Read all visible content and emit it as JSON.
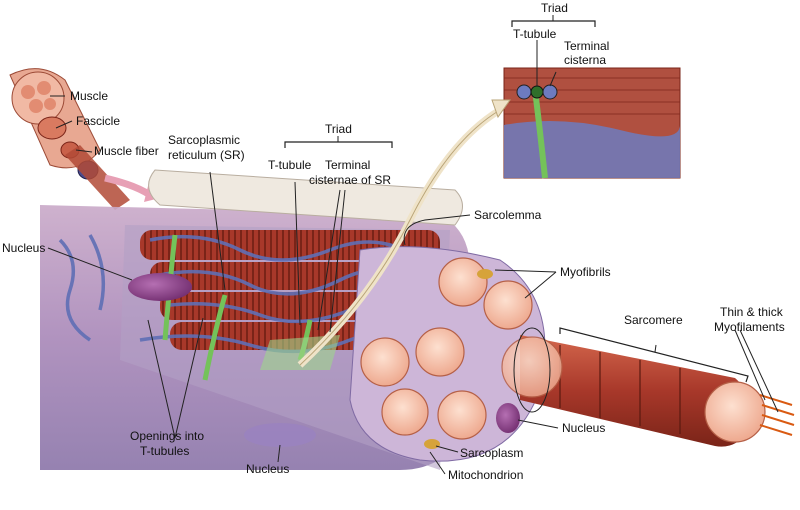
{
  "labels": {
    "muscle": "Muscle",
    "fascicle": "Fascicle",
    "muscle_fiber": "Muscle fiber",
    "sarcoplasmic_reticulum_line1": "Sarcoplasmic",
    "sarcoplasmic_reticulum_line2": "reticulum (SR)",
    "triad_main": "Triad",
    "t_tubule_main": "T-tubule",
    "terminal_cisternae_line1": "Terminal",
    "terminal_cisternae_line2": "cisternae of SR",
    "triad_inset": "Triad",
    "t_tubule_inset": "T-tubule",
    "terminal_cisterna_line1": "Terminal",
    "terminal_cisterna_line2": "cisterna",
    "sarcolemma": "Sarcolemma",
    "nucleus_left": "Nucleus",
    "myofibrils": "Myofibrils",
    "sarcomere": "Sarcomere",
    "myofilaments_line1": "Thin & thick",
    "myofilaments_line2": "Myofilaments",
    "openings_line1": "Openings into",
    "openings_line2": "T-tubules",
    "nucleus_bottom": "Nucleus",
    "nucleus_right": "Nucleus",
    "sarcoplasm": "Sarcoplasm",
    "mitochondrion": "Mitochondrion"
  },
  "colors": {
    "muscle_red": "#b5442f",
    "muscle_dark": "#7a2418",
    "sr_blue": "#5f6fb5",
    "t_tubule_green": "#74c25a",
    "nucleus_purple": "#8d3a8a",
    "myofibril_pink": "#f6c7b3",
    "sarcolemma_cream": "#efe9e0"
  }
}
